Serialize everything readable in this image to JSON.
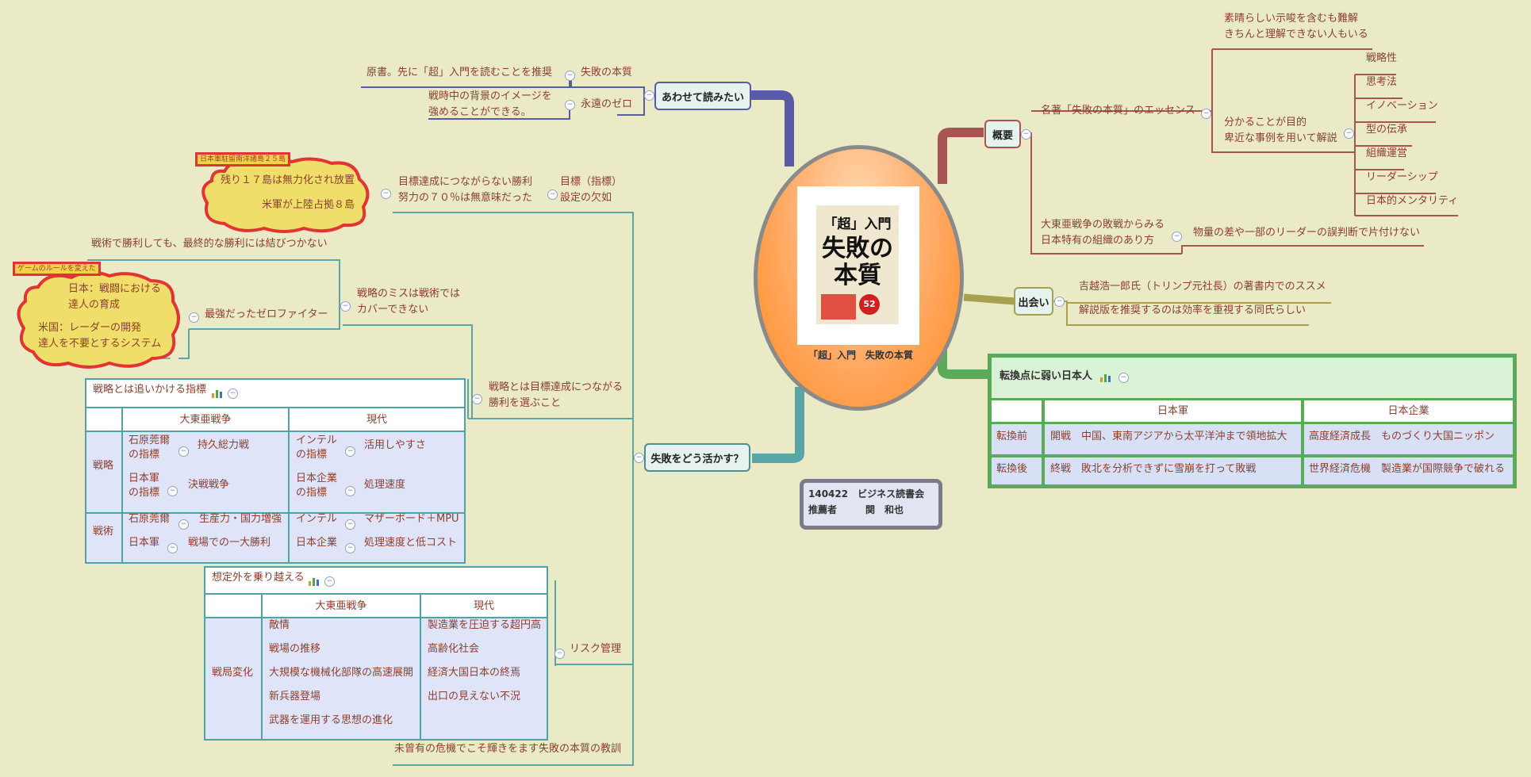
{
  "central": {
    "book_top": "「超」入門",
    "book_title_1": "失敗の",
    "book_title_2": "本質",
    "book_badge": "52",
    "caption": "「超」入門　失敗の本質"
  },
  "event": {
    "line1": "140422　ビジネス読書会",
    "line2": "推薦者　　　関　和也"
  },
  "topics": {
    "awasete": "あわせて読みたい",
    "gaiyou": "概要",
    "deai": "出会い",
    "ikasu": "失敗をどう活かす？"
  },
  "awasete": {
    "b1_text": "原書。先に「超」入門を読むことを推奨",
    "b1_label": "失敗の本質",
    "b2_text1": "戦時中の背景のイメージを",
    "b2_text2": "強めることができる。",
    "b2_label": "永遠のゼロ"
  },
  "gaiyou": {
    "tip1": "素晴らしい示唆を含むも難解",
    "tip2": "きちんと理解できない人もいる",
    "essence": "名著「失敗の本質」のエッセンス",
    "purpose1": "分かることが目的",
    "purpose2": "卑近な事例を用いて解説",
    "items": [
      "戦略性",
      "思考法",
      "イノベーション",
      "型の伝承",
      "組織運営",
      "リーダーシップ",
      "日本的メンタリティ"
    ],
    "defeat1": "大東亜戦争の敗戦からみる",
    "defeat2": "日本特有の組織のあり方",
    "defeat_note": "物量の差や一部のリーダーの誤判断で片付けない"
  },
  "deai": {
    "l1": "吉越浩一郎氏（トリンプ元社長）の著書内でのススメ",
    "l2": "解説版を推奨するのは効率を重視する同氏らしい"
  },
  "turning": {
    "title": "転換点に弱い日本人",
    "col1": "日本軍",
    "col2": "日本企業",
    "rows": [
      {
        "head": "転換前",
        "c1": "開戦　中国、東南アジアから太平洋沖まで領地拡大",
        "c2": "高度経済成長　ものづくり大国ニッポン"
      },
      {
        "head": "転換後",
        "c1": "終戦　敗北を分析できずに雪崩を打って敗戦",
        "c2": "世界経済危機　製造業が国際競争で破れる"
      }
    ]
  },
  "ikasu": {
    "goal_label1": "目標（指標）",
    "goal_label2": "設定の欠如",
    "goal_text1": "目標達成につながらない勝利",
    "goal_text2": "努力の７０％は無意味だった",
    "cloud1_tag": "日本軍駐留南洋諸島２５島",
    "cloud1_a": "残り１７島は無力化され放置",
    "cloud1_b": "米軍が上陸占拠８島",
    "tactic_top": "戦術で勝利しても、最終的な勝利には結びつかない",
    "tactic_label1": "戦略のミスは戦術では",
    "tactic_label2": "カバーできない",
    "zero": "最強だったゼロファイター",
    "cloud2_tag": "ゲームのルールを変えた",
    "cloud2_a1": "日本：戦闘における",
    "cloud2_a2": "達人の育成",
    "cloud2_b1": "米国：レーダーの開発",
    "cloud2_b2": "達人を不要とするシステム",
    "strategy_label1": "戦略とは目標達成につながる",
    "strategy_label2": "勝利を選ぶこと",
    "risk": "リスク管理",
    "bottom": "未曾有の危機でこそ輝きをます失敗の本質の教訓"
  },
  "table1": {
    "title": "戦略とは追いかける指標",
    "h1": "大東亜戦争",
    "h2": "現代",
    "r1": "戦略",
    "r2": "戦術",
    "s1a": "石原莞爾",
    "s1b": "の指標",
    "s1v": "持久総力戦",
    "s2a": "日本軍",
    "s2b": "の指標",
    "s2v": "決戦戦争",
    "m1a": "インテル",
    "m1b": "の指標",
    "m1v": "活用しやすさ",
    "m2a": "日本企業",
    "m2b": "の指標",
    "m2v": "処理速度",
    "t1a": "石原莞爾",
    "t1v": "生産力・国力増強",
    "t2a": "日本軍",
    "t2v": "戦場での一大勝利",
    "u1a": "インテル",
    "u1v": "マザーボード＋MPU",
    "u2a": "日本企業",
    "u2v": "処理速度と低コスト"
  },
  "table2": {
    "title": "想定外を乗り越える",
    "h1": "大東亜戦争",
    "h2": "現代",
    "row": "戦局変化",
    "left": [
      "敵情",
      "戦場の推移",
      "大規模な機械化部隊の高速展開",
      "新兵器登場",
      "武器を運用する思想の進化"
    ],
    "right": [
      "製造業を圧迫する超円高",
      "高齢化社会",
      "経済大国日本の終焉",
      "出口の見えない不況"
    ]
  },
  "colors": {
    "gaiyou": "#a85454",
    "deai": "#a8a050",
    "turning": "#5aaa5a",
    "ikasu": "#5aa6a6",
    "awasete": "#5a5aaa"
  },
  "icons": [
    "chart-icon",
    "collapse-icon"
  ]
}
